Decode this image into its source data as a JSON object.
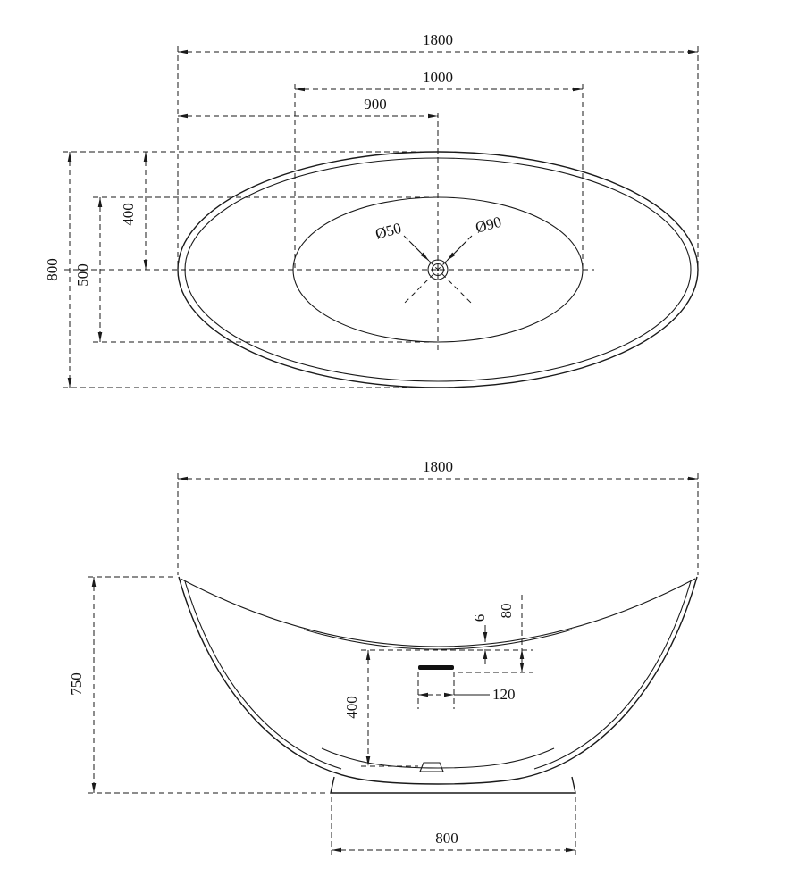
{
  "drawing": {
    "top_view": {
      "overall_length": "1800",
      "inner_length": "1000",
      "drain_offset_from_left": "900",
      "overall_width": "800",
      "inner_width": "500",
      "drain_offset_from_top": "400",
      "drain_diameter_small": "Ø50",
      "drain_diameter_large": "Ø90"
    },
    "front_view": {
      "overall_length": "1800",
      "overall_height": "750",
      "rim_to_overflow": "80",
      "rim_thickness": "6",
      "overflow_width": "120",
      "inner_depth": "400",
      "base_length": "800"
    }
  }
}
